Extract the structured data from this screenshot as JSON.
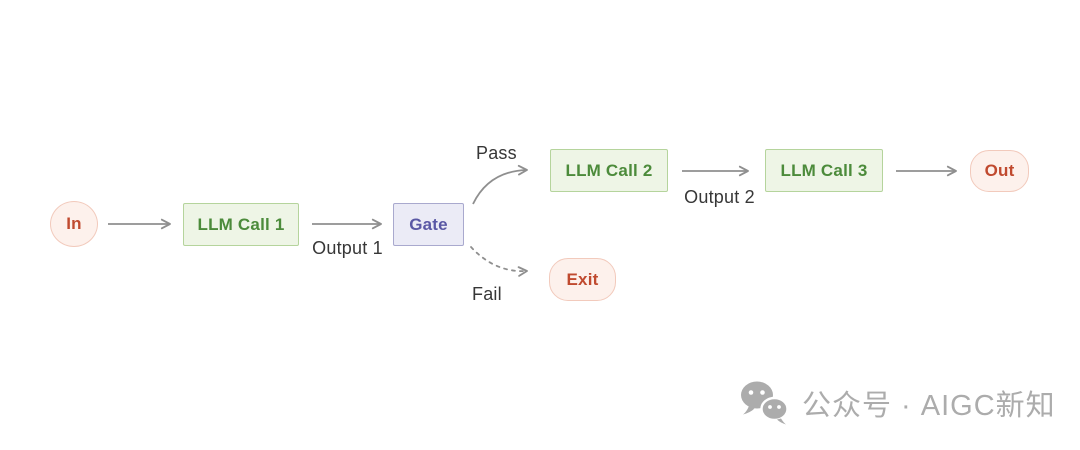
{
  "diagram": {
    "nodes": [
      {
        "id": "in",
        "label": "In",
        "shape": "ellipse",
        "role": "input-terminal"
      },
      {
        "id": "llm1",
        "label": "LLM Call 1",
        "shape": "rect",
        "role": "process"
      },
      {
        "id": "gate",
        "label": "Gate",
        "shape": "rect",
        "role": "gate"
      },
      {
        "id": "llm2",
        "label": "LLM Call 2",
        "shape": "rect",
        "role": "process"
      },
      {
        "id": "llm3",
        "label": "LLM Call 3",
        "shape": "rect",
        "role": "process"
      },
      {
        "id": "out",
        "label": "Out",
        "shape": "pill",
        "role": "output-terminal"
      },
      {
        "id": "exit",
        "label": "Exit",
        "shape": "pill",
        "role": "exit-terminal"
      }
    ],
    "edges": [
      {
        "from": "in",
        "to": "llm1",
        "label": "",
        "style": "solid"
      },
      {
        "from": "llm1",
        "to": "gate",
        "label": "Output 1",
        "style": "solid"
      },
      {
        "from": "gate",
        "to": "llm2",
        "label": "Pass",
        "style": "solid-curved"
      },
      {
        "from": "llm2",
        "to": "llm3",
        "label": "Output 2",
        "style": "solid"
      },
      {
        "from": "llm3",
        "to": "out",
        "label": "",
        "style": "solid"
      },
      {
        "from": "gate",
        "to": "exit",
        "label": "Fail",
        "style": "dashed-curved"
      }
    ],
    "edge_labels": {
      "output1": "Output 1",
      "output2": "Output 2",
      "pass": "Pass",
      "fail": "Fail"
    }
  },
  "watermark": {
    "icon": "wechat-icon",
    "text": "公众号 · AIGC新知"
  },
  "colors": {
    "process_fill": "#eef5e6",
    "process_border": "#b5d49c",
    "process_text": "#4c8b3b",
    "terminal_fill": "#fdf1ec",
    "terminal_border": "#f2cabc",
    "terminal_text": "#c04a2f",
    "gate_fill": "#ebebf6",
    "gate_border": "#a9a9ce",
    "gate_text": "#5a58a5",
    "arrow": "#8f8f8f",
    "edge_label_text": "#373737",
    "watermark_gray": "#acacac"
  }
}
